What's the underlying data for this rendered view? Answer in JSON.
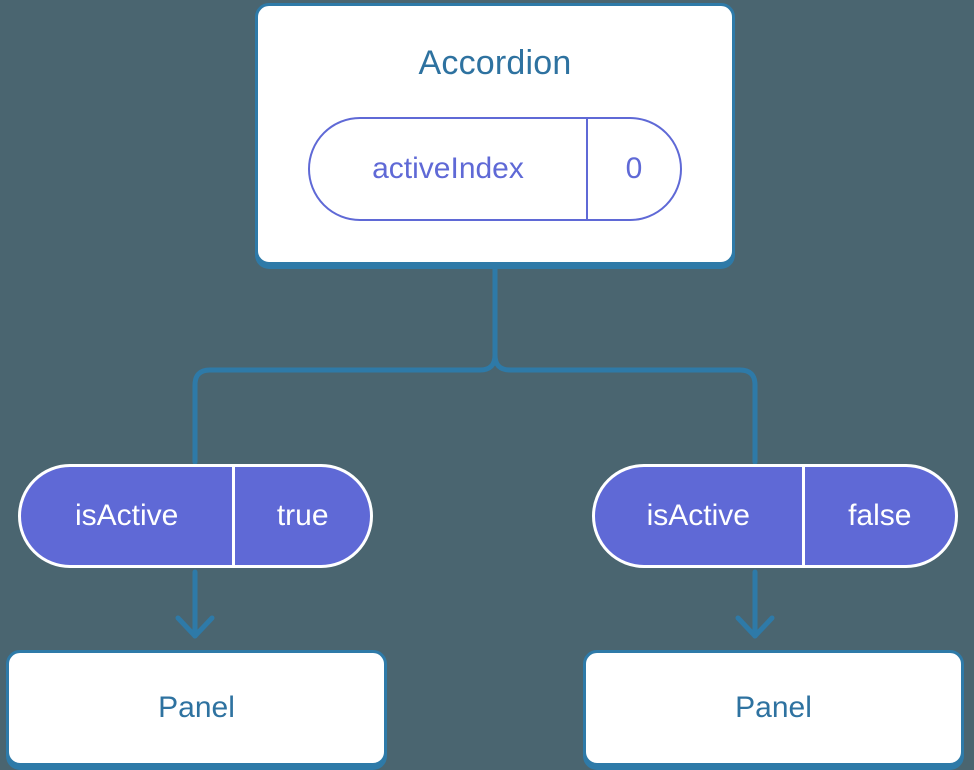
{
  "diagram": {
    "background_color": "#4a6570",
    "accent_blue": "#2e7aa8",
    "title_blue": "#2e72a0",
    "prop_purple": "#5f69d6",
    "white": "#ffffff",
    "root": {
      "title": "Accordion",
      "prop": {
        "key": "activeIndex",
        "value": "0"
      }
    },
    "branches": [
      {
        "prop": {
          "key": "isActive",
          "value": "true"
        },
        "child": {
          "title": "Panel"
        },
        "arrow_icon": "arrow-down-icon"
      },
      {
        "prop": {
          "key": "isActive",
          "value": "false"
        },
        "child": {
          "title": "Panel"
        },
        "arrow_icon": "arrow-down-icon"
      }
    ]
  }
}
